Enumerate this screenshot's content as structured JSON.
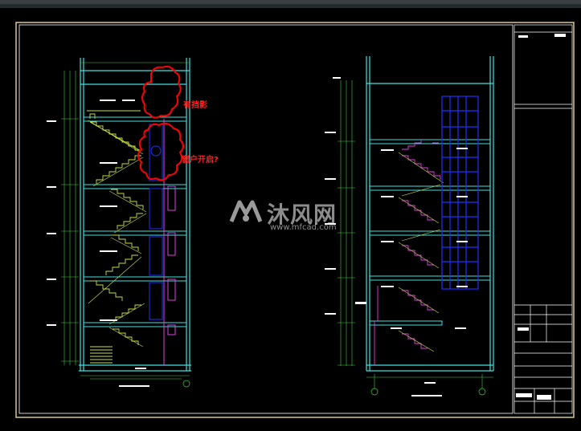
{
  "annotations": {
    "note_1": "有挡影",
    "note_2": "窗户开启?"
  },
  "watermark": {
    "text": "沐风网",
    "url": "www.mfcad.com"
  },
  "colors": {
    "frame": "#d8c88a",
    "wall": "#3fe0e0",
    "stair": "#c8e040",
    "accent": "#e040e0",
    "window": "#2030ff",
    "dim": "#40d040",
    "cloud": "#ff0000"
  }
}
